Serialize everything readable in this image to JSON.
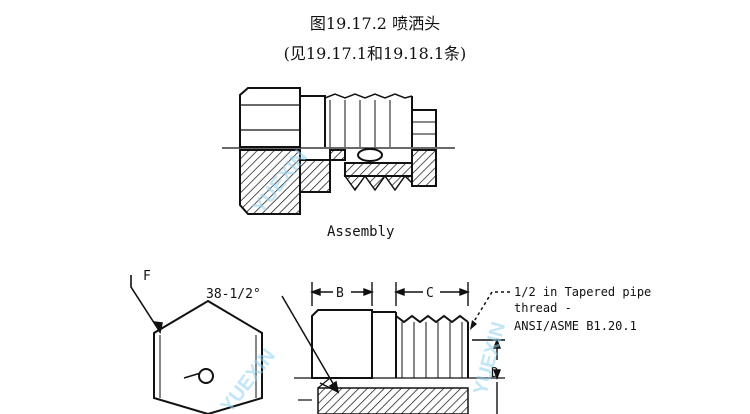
{
  "caption": {
    "title": "图19.17.2  喷洒头",
    "subtitle": "(见19.17.1和19.18.1条)"
  },
  "labels": {
    "assembly": "Assembly",
    "flat": "F",
    "angle": "38-1/2°",
    "dim_b": "B",
    "dim_c": "C",
    "dim_d": "D",
    "thread_line1": "1/2 in Tapered pipe",
    "thread_line2": "thread -",
    "thread_line3": "ANSI/ASME B1.20.1"
  },
  "watermark": "YUEXIN"
}
